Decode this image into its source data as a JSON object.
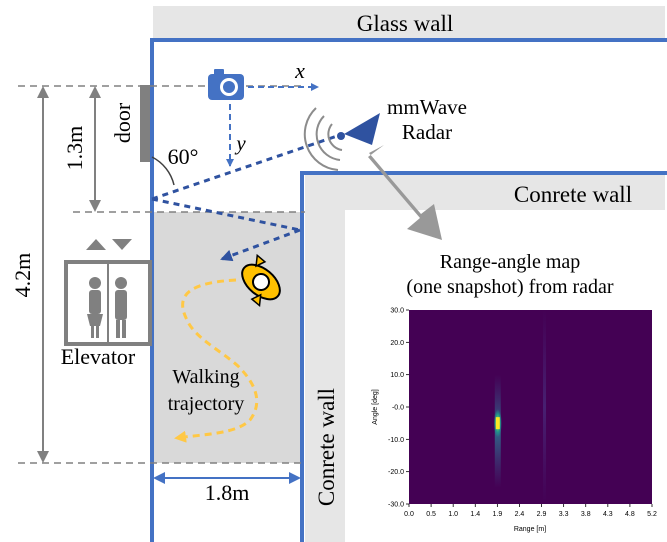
{
  "labels": {
    "glass_wall": "Glass wall",
    "concrete_wall_h": "Conrete wall",
    "concrete_wall_v": "Conrete wall",
    "door": "door",
    "angle": "60°",
    "x_axis": "x",
    "y_axis": "y",
    "radar_line1": "mmWave",
    "radar_line2": "Radar",
    "dim_height_total": "4.2m",
    "dim_door_offset": "1.3m",
    "dim_width": "1.8m",
    "elevator": "Elevator",
    "walking_line1": "Walking",
    "walking_line2": "trajectory",
    "map_caption_line1": "Range-angle map",
    "map_caption_line2": "(one snapshot) from radar"
  },
  "icons": {
    "camera": "camera-icon",
    "radar": "radar-icon",
    "elevator": "elevator-icon",
    "person": "walking-person-icon"
  },
  "colors": {
    "wall_blue": "#4472c4",
    "concrete_gray": "#e6e6e6",
    "area_gray": "#d9d9d9",
    "trajectory_yellow": "#ffc845",
    "dimension_gray": "#808080",
    "heatmap_bg": "#440154",
    "heatmap_hot": "#fde725"
  },
  "chart_data": {
    "type": "heatmap",
    "xlabel": "Range [m]",
    "ylabel": "Angle [deg]",
    "x_ticks": [
      "0.0",
      "0.5",
      "1.0",
      "1.4",
      "1.9",
      "2.4",
      "2.9",
      "3.3",
      "3.8",
      "4.3",
      "4.8",
      "5.2"
    ],
    "y_ticks": [
      "30.0",
      "20.0",
      "10.0",
      "-0.0",
      "-10.0",
      "-20.0",
      "-30.0"
    ],
    "xlim": [
      0.0,
      5.2
    ],
    "ylim": [
      -30.0,
      30.0
    ],
    "hotspot": {
      "range": 1.9,
      "angle": -5.0
    }
  }
}
